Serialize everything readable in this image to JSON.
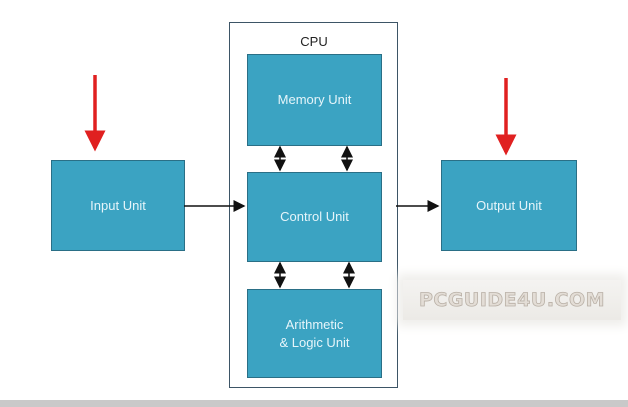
{
  "diagram": {
    "cpu_label": "CPU",
    "units": {
      "input": "Input Unit",
      "memory": "Memory Unit",
      "control": "Control Unit",
      "alu_line1": "Arithmetic",
      "alu_line2": "& Logic Unit",
      "output": "Output Unit"
    },
    "watermark": "PCGUIDE4U.COM",
    "colors": {
      "box_fill": "#3ba3c2",
      "red_arrow": "#e02020",
      "box_text": "#e6f5fa"
    }
  }
}
